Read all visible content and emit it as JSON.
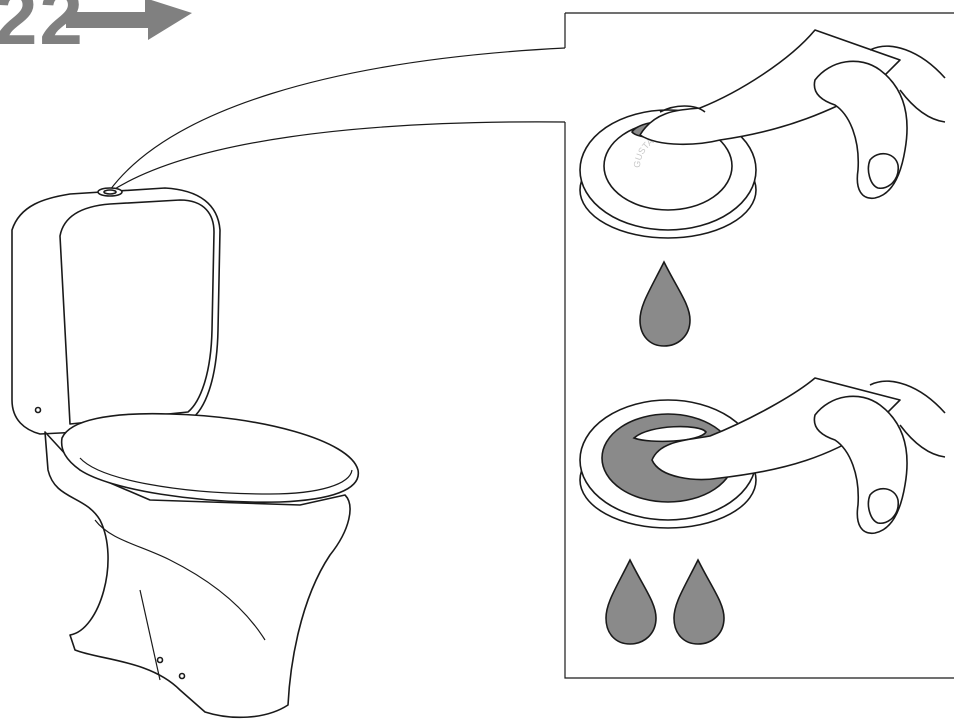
{
  "step": {
    "number": "22"
  },
  "brand": {
    "logo_text": "GUSTAVSBERG"
  },
  "colors": {
    "stroke": "#1a1a1a",
    "fill_gray": "#8a8a8a",
    "arrow_gray": "#808080",
    "background": "#ffffff"
  },
  "panels": [
    {
      "id": "half-flush",
      "drops": 1,
      "pressed_area": "small"
    },
    {
      "id": "full-flush",
      "drops": 2,
      "pressed_area": "large"
    }
  ]
}
